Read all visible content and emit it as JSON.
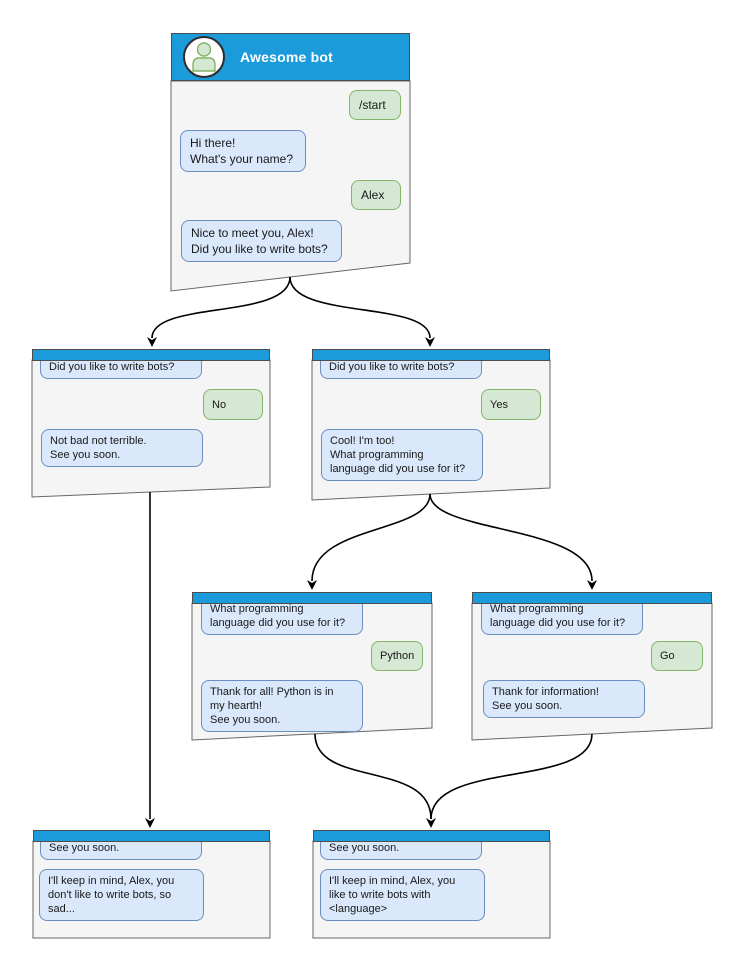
{
  "colors": {
    "header-blue": "#1b9bd9",
    "window-fill": "#f5f5f5",
    "window-border": "#666666",
    "bot-bubble-fill": "#dae8fc",
    "bot-bubble-border": "#6c8ebf",
    "user-bubble-fill": "#d5e8d4",
    "user-bubble-border": "#82b366",
    "arrow-line": "#000000",
    "title-text": "#ffffff",
    "bubble-text": "#191919"
  },
  "windows": [
    {
      "name": "awesome-bot",
      "title": "Awesome bot",
      "messages": [
        {
          "from": "user",
          "text": "/start"
        },
        {
          "from": "bot",
          "text": "Hi there!\nWhat's your name?"
        },
        {
          "from": "user",
          "text": "Alex"
        },
        {
          "from": "bot",
          "text": "Nice to meet you, Alex!\nDid you like to write bots?"
        }
      ]
    },
    {
      "name": "branch-no",
      "messages": [
        {
          "from": "bot",
          "text": "Did you like to write bots?"
        },
        {
          "from": "user",
          "text": "No"
        },
        {
          "from": "bot",
          "text": "Not bad not terrible.\nSee you soon."
        }
      ]
    },
    {
      "name": "branch-yes",
      "messages": [
        {
          "from": "bot",
          "text": "Did you like to write bots?"
        },
        {
          "from": "user",
          "text": "Yes"
        },
        {
          "from": "bot",
          "text": "Cool! I'm too!\nWhat programming\nlanguage did you use for it?"
        }
      ]
    },
    {
      "name": "branch-python",
      "messages": [
        {
          "from": "bot",
          "text": "What programming\nlanguage did you use for it?"
        },
        {
          "from": "user",
          "text": "Python"
        },
        {
          "from": "bot",
          "text": "Thank for all! Python is in\nmy hearth!\nSee you soon."
        }
      ]
    },
    {
      "name": "branch-go",
      "messages": [
        {
          "from": "bot",
          "text": "What programming\nlanguage did you use for it?"
        },
        {
          "from": "user",
          "text": "Go"
        },
        {
          "from": "bot",
          "text": "Thank for information!\nSee you soon."
        }
      ]
    },
    {
      "name": "end-no",
      "messages": [
        {
          "from": "bot",
          "text": "See you soon."
        },
        {
          "from": "bot",
          "text": "I'll keep in mind, Alex, you\ndon't like to write bots, so\nsad..."
        }
      ]
    },
    {
      "name": "end-yes",
      "messages": [
        {
          "from": "bot",
          "text": "See you soon."
        },
        {
          "from": "bot",
          "text": "I'll keep in mind, Alex, you\nlike to write bots with\n<language>"
        }
      ]
    }
  ]
}
